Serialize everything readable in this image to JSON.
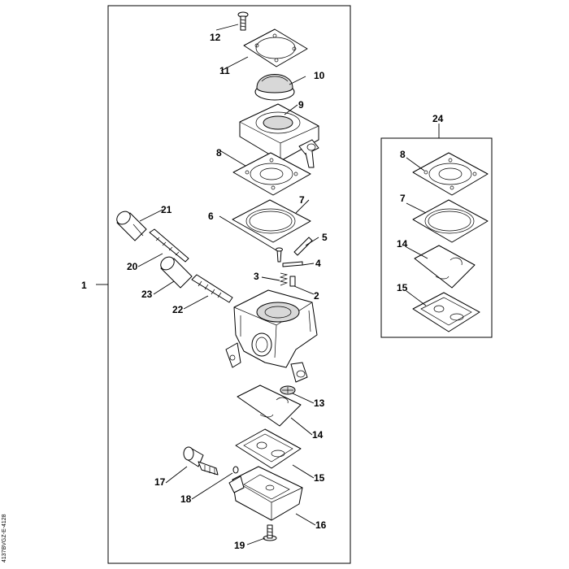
{
  "figure_code": "4137BVGZ-E-4128",
  "callouts": {
    "c1": "1",
    "c2": "2",
    "c3": "3",
    "c4": "4",
    "c5": "5",
    "c6": "6",
    "c7": "7",
    "c8": "8",
    "c9": "9",
    "c10": "10",
    "c11": "11",
    "c12": "12",
    "c13": "13",
    "c14": "14",
    "c15": "15",
    "c16": "16",
    "c17": "17",
    "c18": "18",
    "c19": "19",
    "c20": "20",
    "c21": "21",
    "c22": "22",
    "c23": "23",
    "c24": "24",
    "k8": "8",
    "k7": "7",
    "k14": "14",
    "k15": "15"
  }
}
